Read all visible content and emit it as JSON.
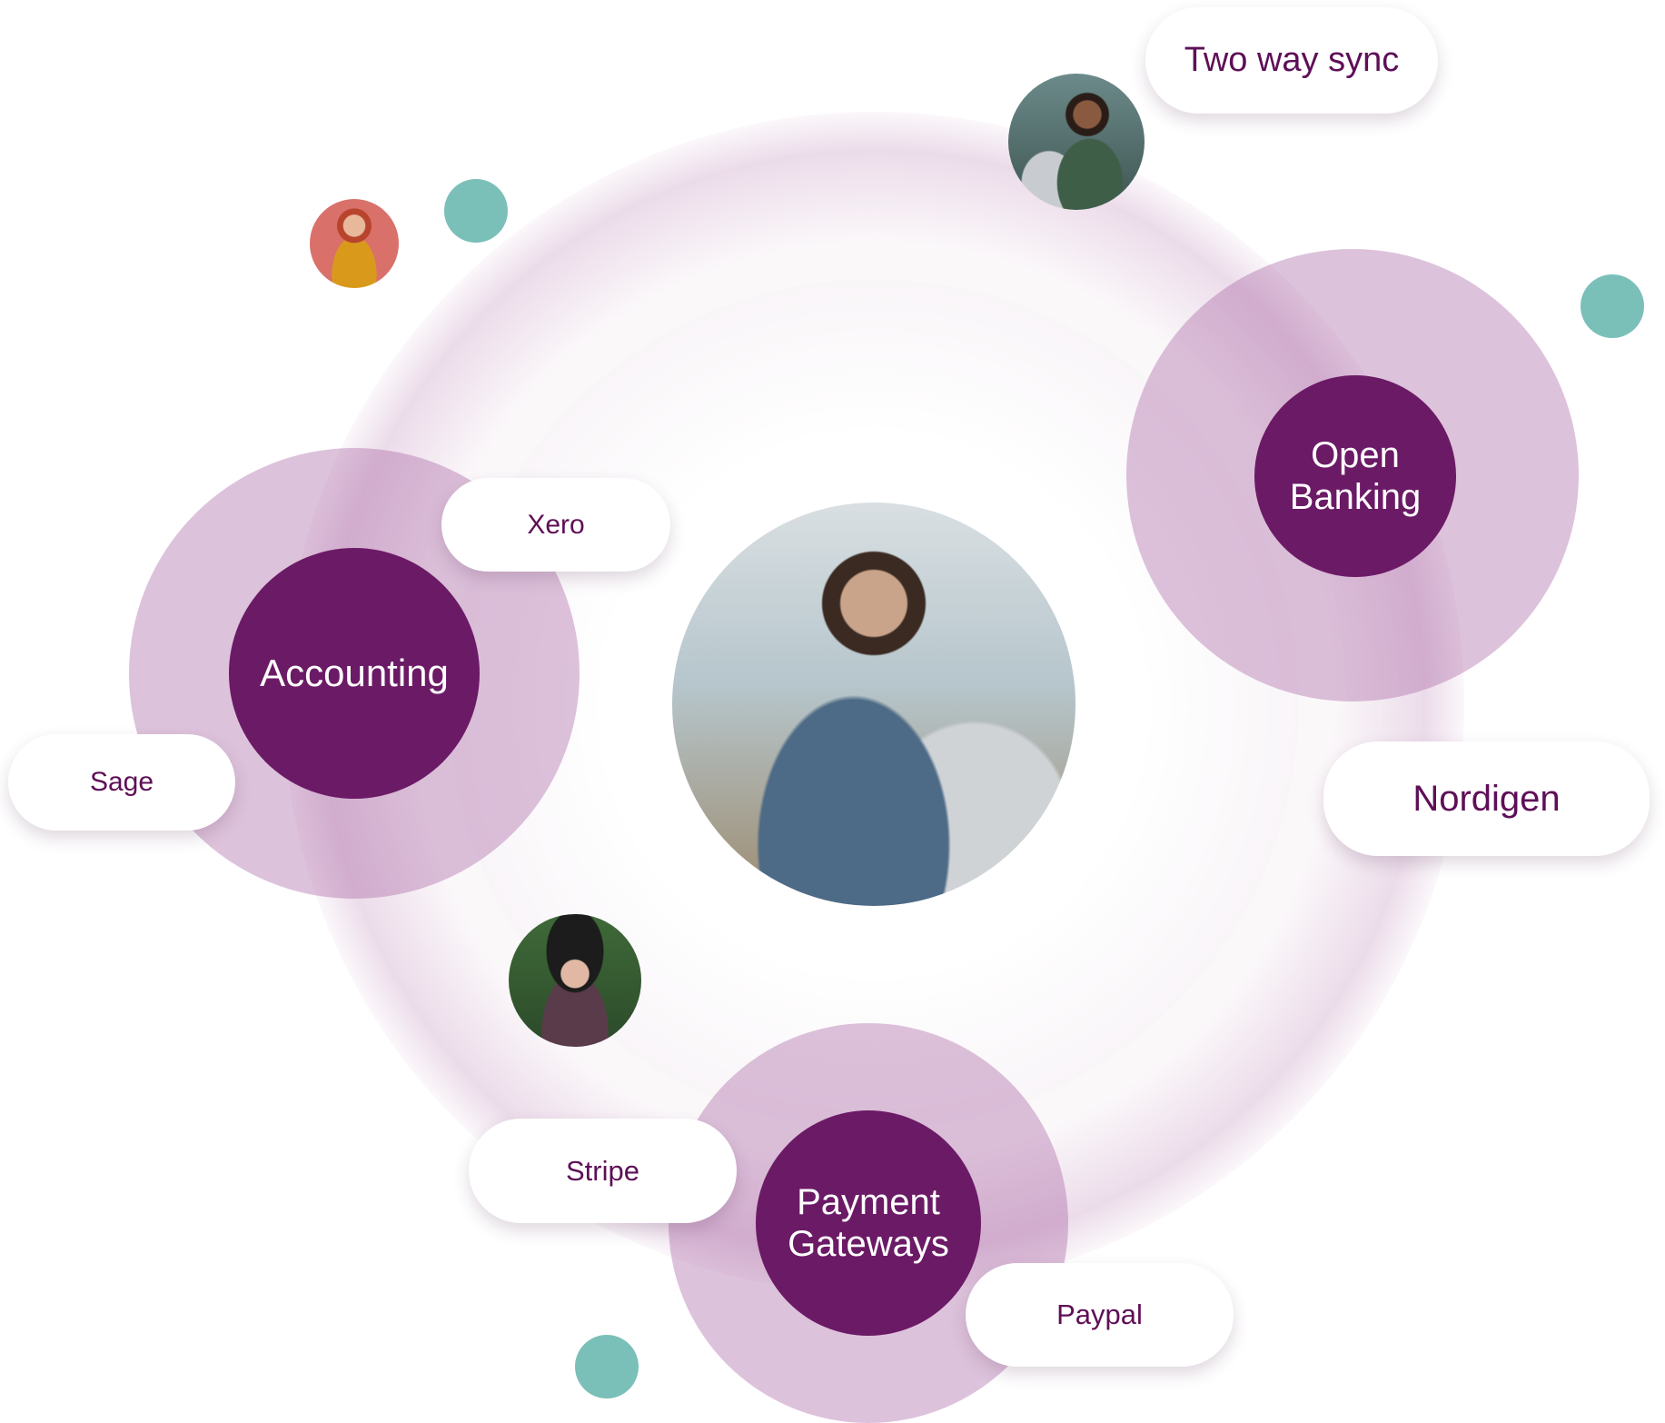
{
  "categories": {
    "accounting": "Accounting",
    "open_banking": "Open Banking",
    "payment_gateways": "Payment Gateways"
  },
  "pills": {
    "two_way_sync": "Two way sync",
    "xero": "Xero",
    "sage": "Sage",
    "nordigen": "Nordigen",
    "stripe": "Stripe",
    "paypal": "Paypal"
  },
  "colors": {
    "brand_purple": "#6b1a66",
    "text_purple": "#5e0f57",
    "teal": "#7bbfb9"
  }
}
